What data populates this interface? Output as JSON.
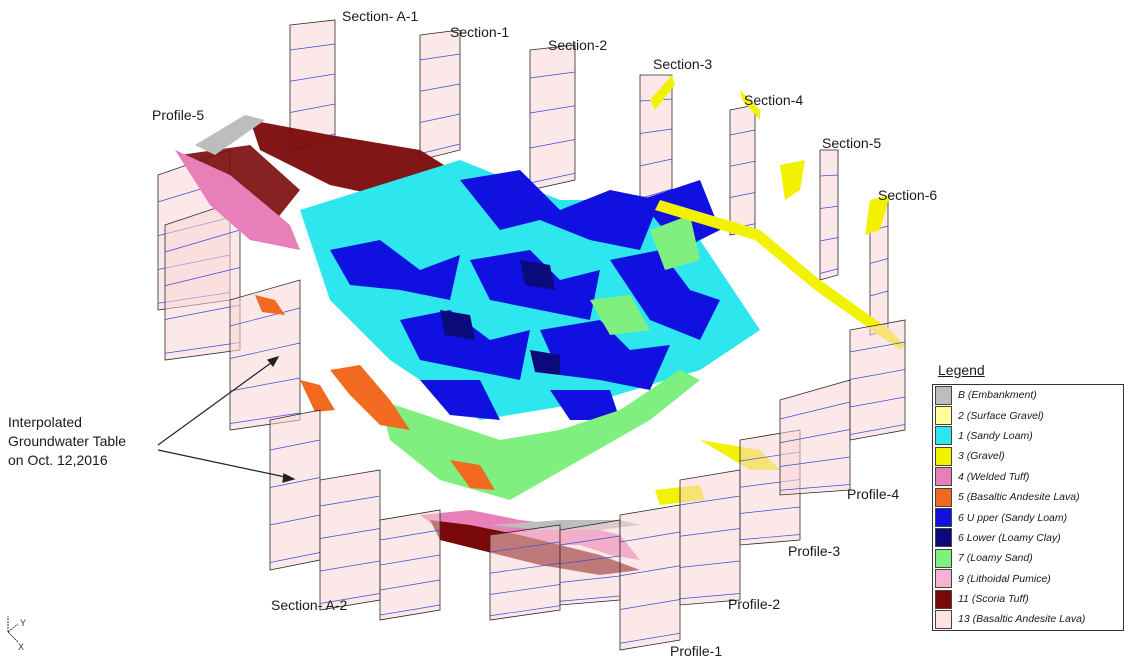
{
  "section_labels": [
    {
      "id": "A-1",
      "text": "Section- A-1"
    },
    {
      "id": "1",
      "text": "Section-1"
    },
    {
      "id": "2",
      "text": "Section-2"
    },
    {
      "id": "3",
      "text": "Section-3"
    },
    {
      "id": "4",
      "text": "Section-4"
    },
    {
      "id": "5",
      "text": "Section-5"
    },
    {
      "id": "6",
      "text": "Section-6"
    },
    {
      "id": "A-2",
      "text": "Section- A-2"
    }
  ],
  "profile_labels": [
    {
      "id": "5",
      "text": "Profile-5"
    },
    {
      "id": "4",
      "text": "Profile-4"
    },
    {
      "id": "3",
      "text": "Profile-3"
    },
    {
      "id": "2",
      "text": "Profile-2"
    },
    {
      "id": "1",
      "text": "Profile-1"
    }
  ],
  "annotation": {
    "line1": "Interpolated",
    "line2": "Groundwater Table",
    "line3": "on Oct. 12,2016"
  },
  "axis": {
    "y": "Y",
    "x": "X"
  },
  "legend": {
    "title": "Legend",
    "items": [
      {
        "label": "B (Embankment)",
        "color": "#bdbdbd"
      },
      {
        "label": "2 (Surface Gravel)",
        "color": "#ffff99"
      },
      {
        "label": "1 (Sandy Loam)",
        "color": "#2ee6ee"
      },
      {
        "label": "3 (Gravel)",
        "color": "#f2f200"
      },
      {
        "label": "4 (Welded Tuff)",
        "color": "#e97fb9"
      },
      {
        "label": "5 (Basaltic Andesite Lava)",
        "color": "#f26a1f"
      },
      {
        "label": "6 U pper (Sandy Loam)",
        "color": "#1010e0"
      },
      {
        "label": "6 Lower (Loamy Clay)",
        "color": "#0a0a7a"
      },
      {
        "label": "7 (Loamy Sand)",
        "color": "#7ff07f"
      },
      {
        "label": "9 (Lithoidal Pumice)",
        "color": "#f7b3d4"
      },
      {
        "label": "11 (Scoria Tuff)",
        "color": "#7a0a0a"
      },
      {
        "label": "13 (Basaltic Andesite Lava)",
        "color": "#fbe3e3"
      }
    ]
  }
}
